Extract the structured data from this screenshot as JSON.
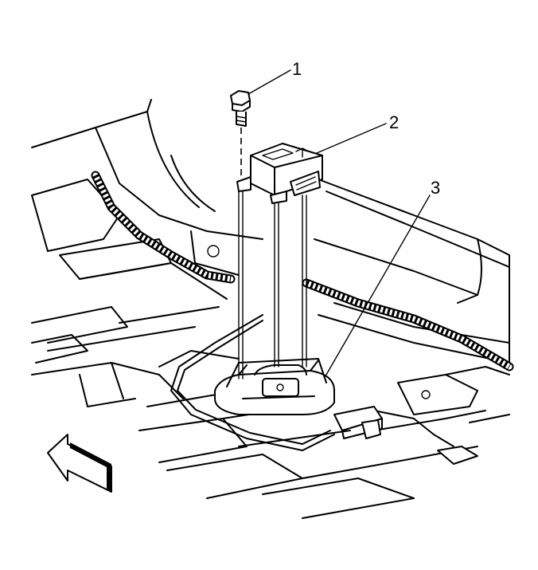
{
  "callouts": [
    {
      "id": "1",
      "label": "1"
    },
    {
      "id": "2",
      "label": "2"
    },
    {
      "id": "3",
      "label": "3"
    }
  ],
  "icons": {
    "front_arrow": "direction-arrow-icon",
    "bolt": "bolt-icon",
    "module": "sensor-module-icon",
    "bracket": "mounting-bracket-icon"
  }
}
